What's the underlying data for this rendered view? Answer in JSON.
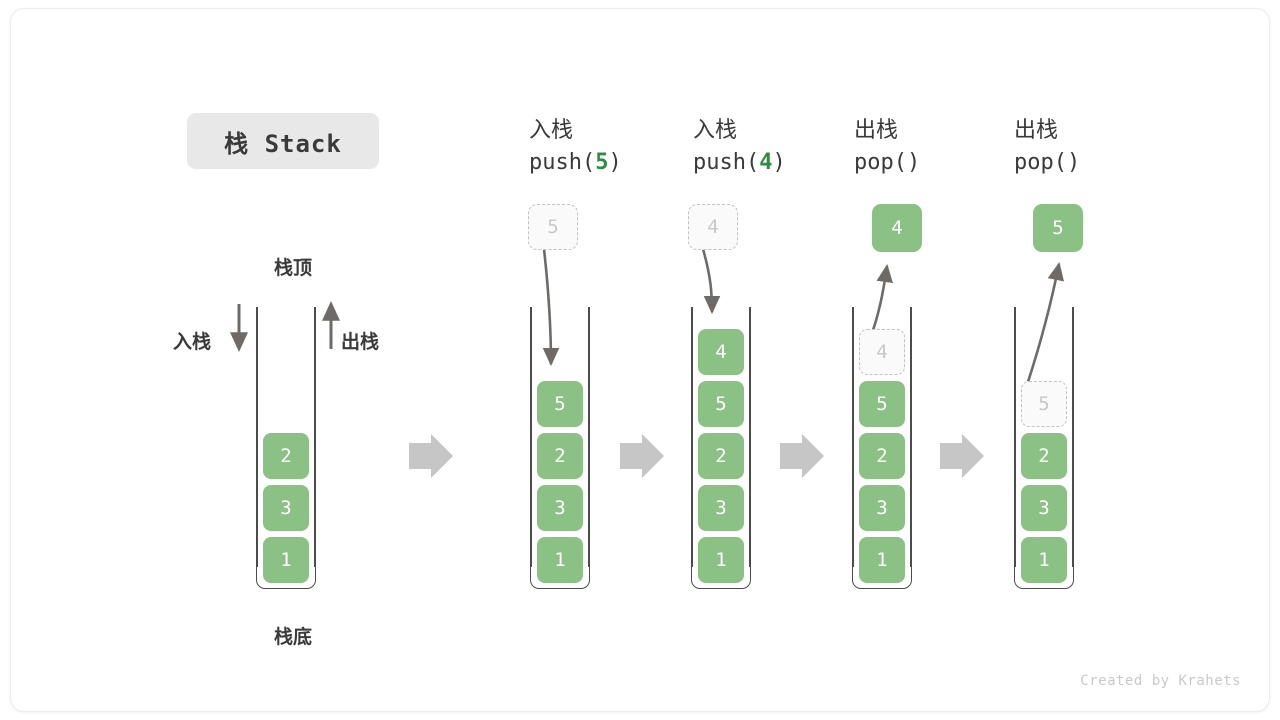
{
  "title": {
    "text": "栈 Stack"
  },
  "legend": {
    "top_label": "栈顶",
    "bottom_label": "栈底",
    "push_label": "入栈",
    "pop_label": "出栈"
  },
  "initial_stack": {
    "items": [
      "2",
      "3",
      "1"
    ]
  },
  "steps": [
    {
      "op_cn": "入栈",
      "op_code_prefix": "push(",
      "op_code_arg": "5",
      "op_code_suffix": ")",
      "incoming_ghost": "5",
      "items": [
        "5",
        "2",
        "3",
        "1"
      ],
      "arrow_direction": "down"
    },
    {
      "op_cn": "入栈",
      "op_code_prefix": "push(",
      "op_code_arg": "4",
      "op_code_suffix": ")",
      "incoming_ghost": "4",
      "items": [
        "4",
        "5",
        "2",
        "3",
        "1"
      ],
      "arrow_direction": "down"
    },
    {
      "op_cn": "出栈",
      "op_code_prefix": "pop(",
      "op_code_arg": "",
      "op_code_suffix": ")",
      "outgoing_value": "4",
      "ghost_in_stack": "4",
      "items": [
        "5",
        "2",
        "3",
        "1"
      ],
      "arrow_direction": "up"
    },
    {
      "op_cn": "出栈",
      "op_code_prefix": "pop(",
      "op_code_arg": "",
      "op_code_suffix": ")",
      "outgoing_value": "5",
      "ghost_in_stack": "5",
      "items": [
        "2",
        "3",
        "1"
      ],
      "arrow_direction": "up"
    }
  ],
  "connector_arrow_count": 4,
  "footer": {
    "credit": "Created by Krahets"
  },
  "colors": {
    "cell_green": "#8cc185",
    "code_accent_green": "#2e8b3f",
    "ghost_border": "#c2c2c2",
    "ghost_text": "#c8c8c8",
    "rail": "#4c4c4c",
    "connector_grey": "#c6c6c6",
    "title_chip_bg": "#e8e8e8",
    "text_dark": "#3a3a3a",
    "footer_text": "#c9c9c9"
  }
}
